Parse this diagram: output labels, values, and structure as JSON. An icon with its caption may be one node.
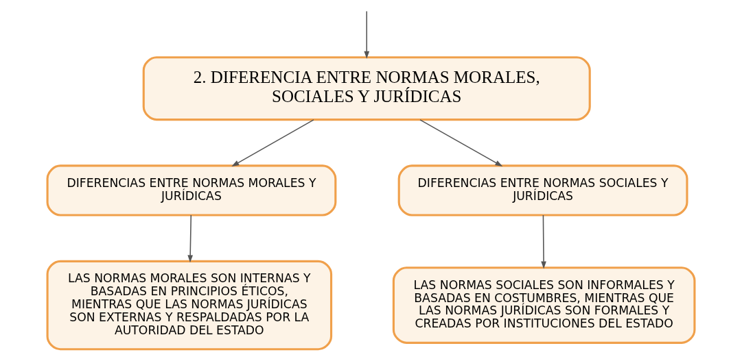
{
  "diagram": {
    "nodes": [
      {
        "text": [
          "2. DIFERENCIA ENTRE NORMAS MORALES, SOCIALES Y JURÍDICAS"
        ]
      },
      {
        "text": [
          "DIFERENCIAS ENTRE NORMAS MORALES Y JURÍDICAS"
        ]
      },
      {
        "text": [
          "DIFERENCIAS ENTRE NORMAS SOCIALES Y JURÍDICAS"
        ]
      },
      {
        "text": [
          "LAS NORMAS MORALES SON INTERNAS Y BASADAS EN PRINCIPIOS ÉTICOS, MIENTRAS QUE LAS NORMAS JURÍDICAS SON EXTERNAS Y RESPALDADAS POR LA AUTORIDAD DEL ESTADO"
        ]
      },
      {
        "text": [
          "LAS NORMAS SOCIALES SON INFORMALES Y BASADAS EN COSTUMBRES, MIENTRAS QUE LAS NORMAS JURÍDICAS SON FORMALES Y CREADAS POR INSTITUCIONES DEL ESTADO"
        ]
      }
    ],
    "edges": [
      {
        "from": null,
        "to": 0,
        "arrow": "to"
      },
      {
        "from": 0,
        "to": 1,
        "arrow": "to"
      },
      {
        "from": 0,
        "to": 2,
        "arrow": "to"
      },
      {
        "from": 1,
        "to": 3,
        "arrow": "to"
      },
      {
        "from": 2,
        "to": 4,
        "arrow": "to"
      }
    ]
  }
}
